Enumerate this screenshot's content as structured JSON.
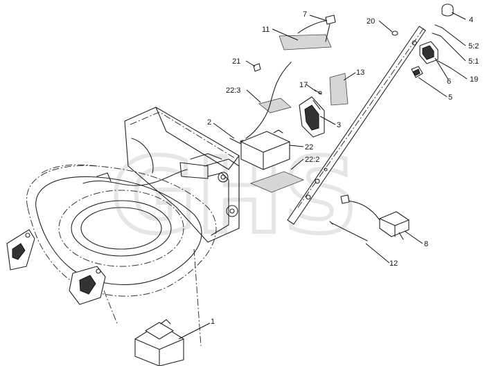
{
  "watermark": "GHS",
  "callouts": [
    {
      "id": "label-7",
      "text": "7"
    },
    {
      "id": "label-11",
      "text": "11"
    },
    {
      "id": "label-20",
      "text": "20"
    },
    {
      "id": "label-4",
      "text": "4"
    },
    {
      "id": "label-5-2",
      "text": "5:2"
    },
    {
      "id": "label-5-1",
      "text": "5:1"
    },
    {
      "id": "label-21",
      "text": "21"
    },
    {
      "id": "label-13",
      "text": "13"
    },
    {
      "id": "label-19",
      "text": "19"
    },
    {
      "id": "label-6",
      "text": "6"
    },
    {
      "id": "label-17",
      "text": "17"
    },
    {
      "id": "label-5",
      "text": "5"
    },
    {
      "id": "label-22-3",
      "text": "22:3"
    },
    {
      "id": "label-3",
      "text": "3"
    },
    {
      "id": "label-2",
      "text": "2"
    },
    {
      "id": "label-22",
      "text": "22"
    },
    {
      "id": "label-22-2",
      "text": "22:2"
    },
    {
      "id": "label-8",
      "text": "8"
    },
    {
      "id": "label-12",
      "text": "12"
    },
    {
      "id": "label-1",
      "text": "1"
    }
  ]
}
